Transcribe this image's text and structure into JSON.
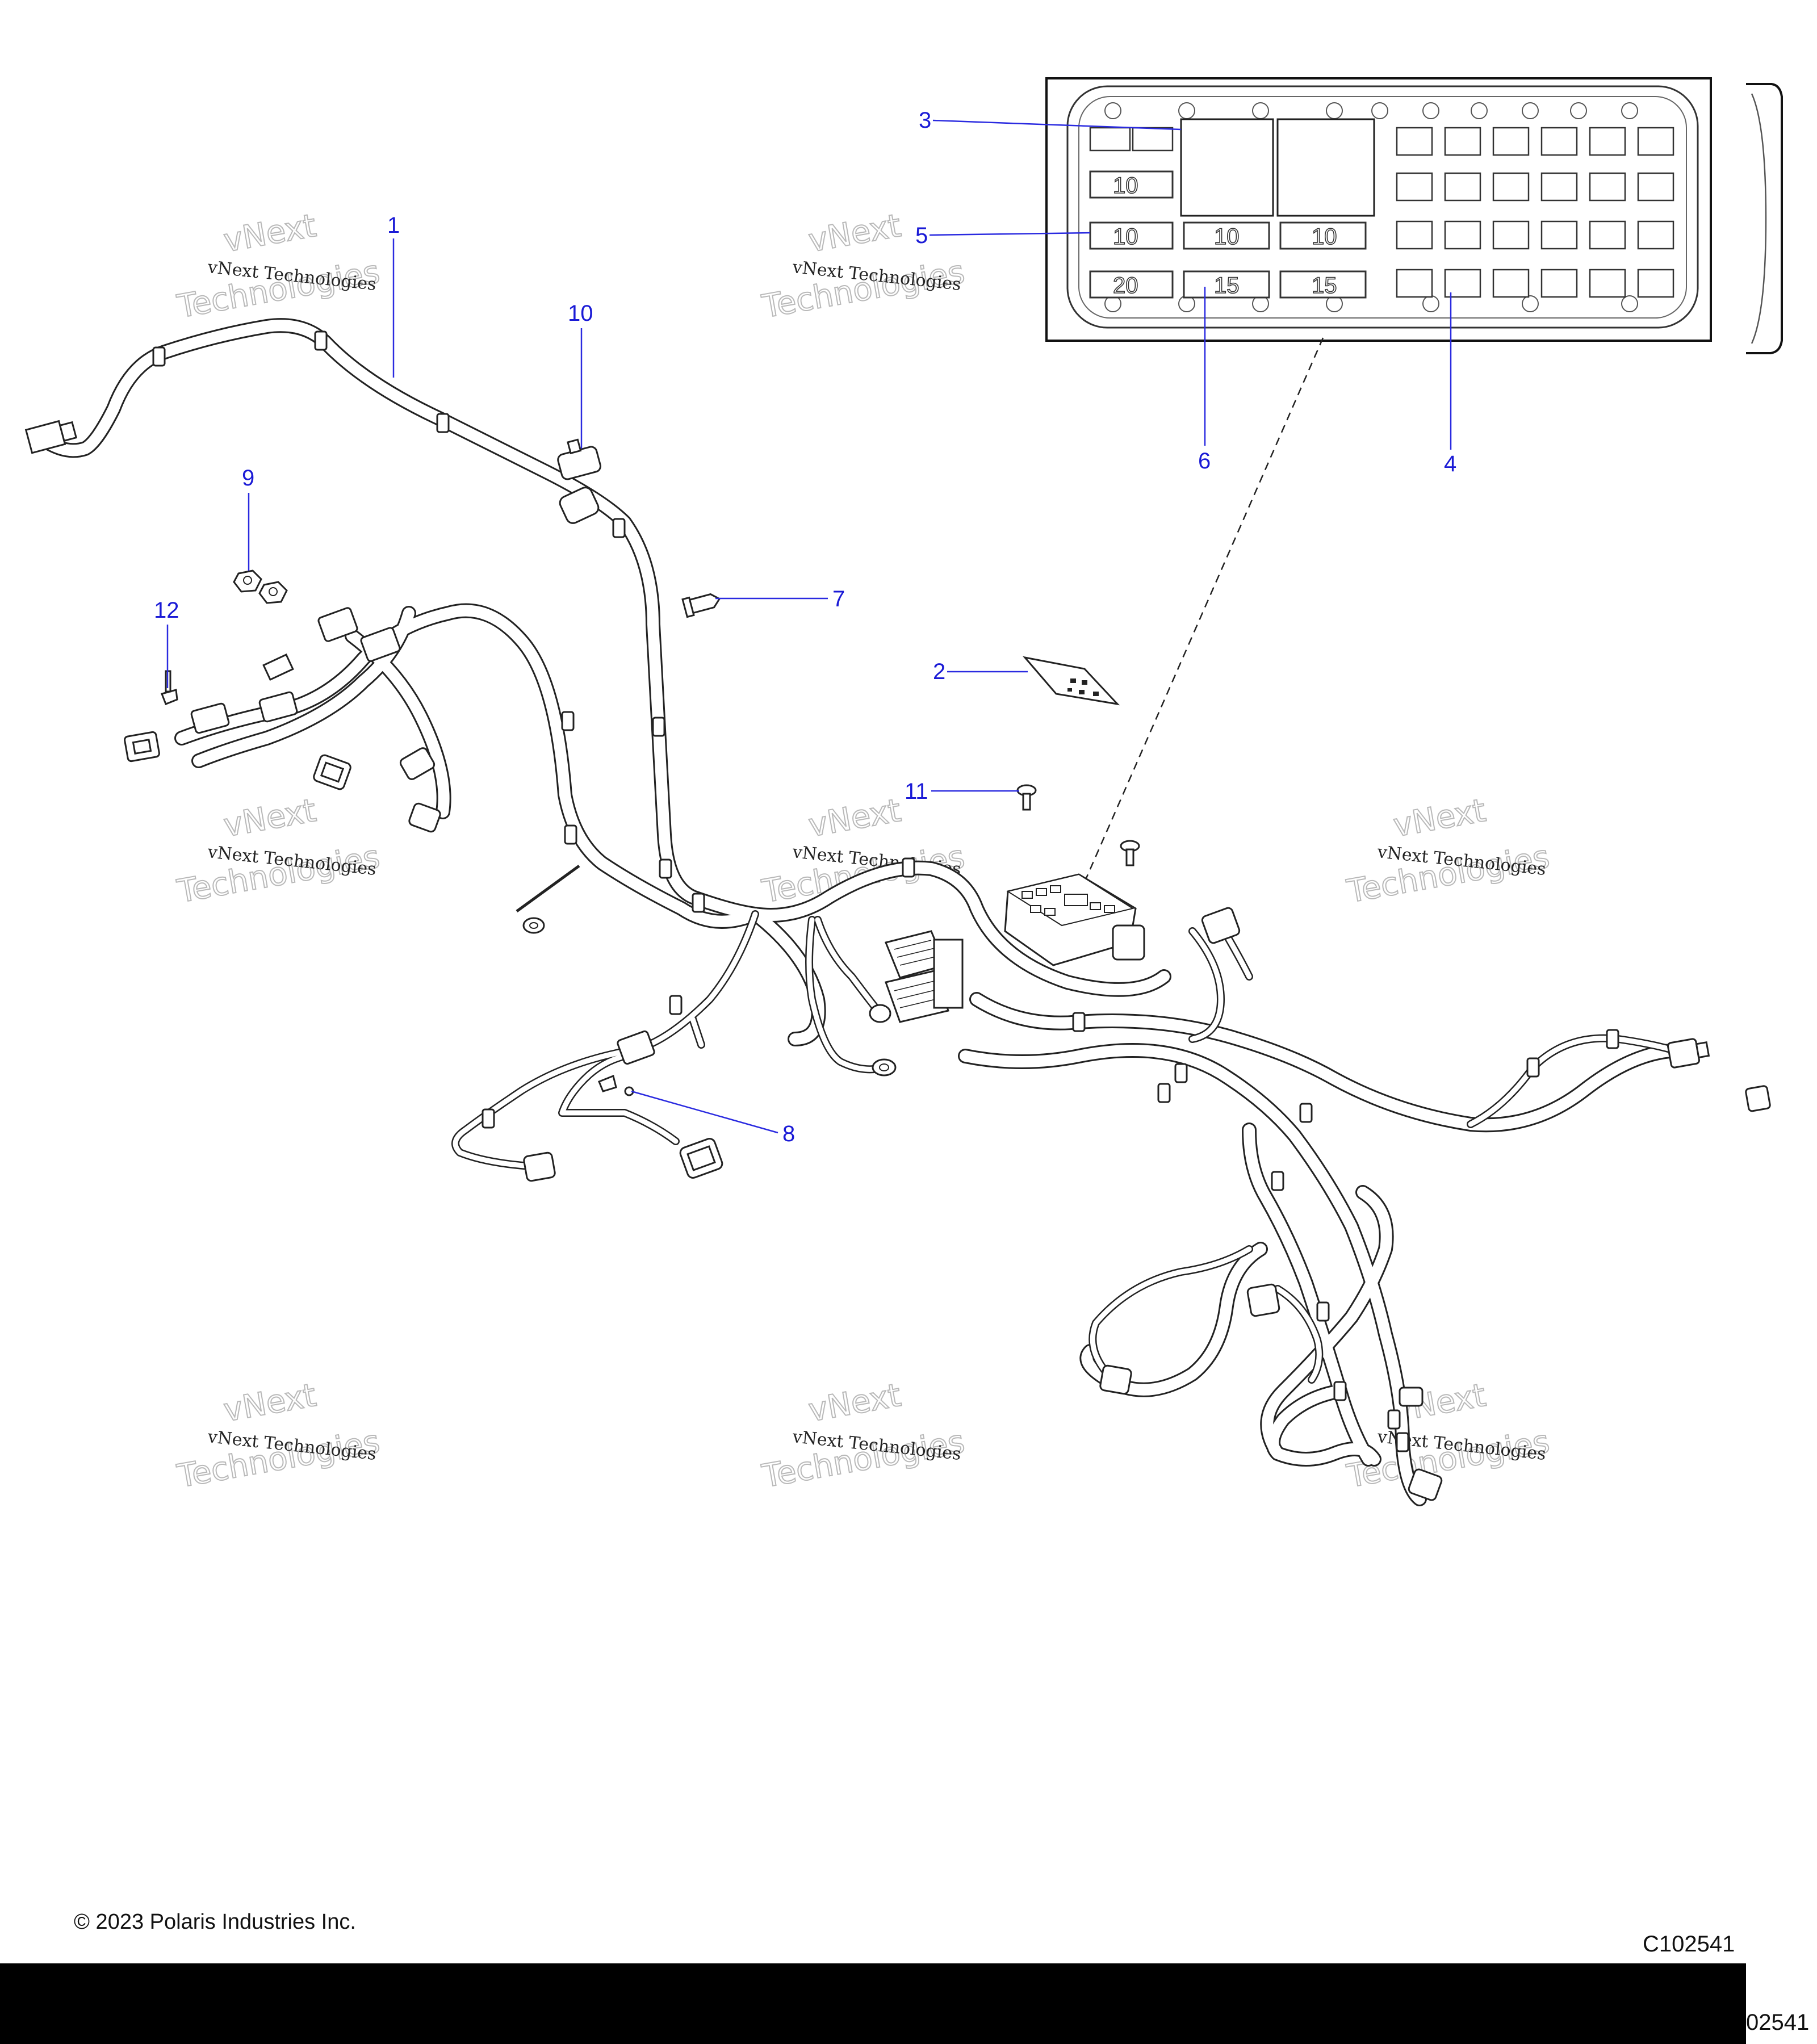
{
  "callouts": [
    "1",
    "2",
    "3",
    "4",
    "5",
    "6",
    "7",
    "8",
    "9",
    "10",
    "11",
    "12"
  ],
  "fuse_labels": [
    "10",
    "10",
    "10",
    "10",
    "20",
    "15",
    "15"
  ],
  "watermark": {
    "small": "vNext Technologies",
    "large": "Technologies",
    "top": "vNext"
  },
  "footer": {
    "copyright": "© 2023 Polaris Industries Inc.",
    "code": "C102541",
    "code_partial": "02541"
  }
}
